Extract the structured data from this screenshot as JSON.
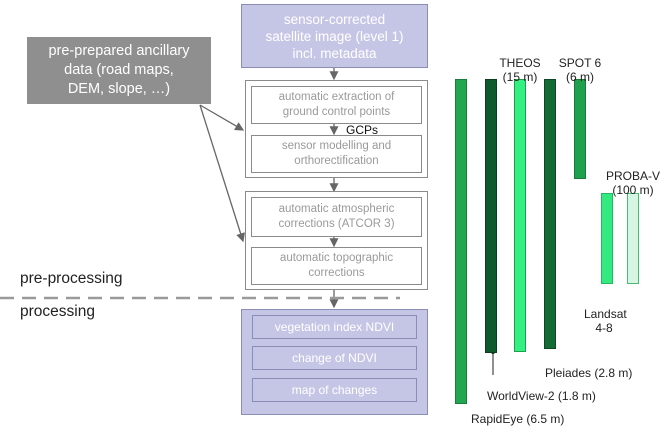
{
  "flow": {
    "top_box": "sensor-corrected\nsatellite image (level 1)\nincl. metadata",
    "ancillary": "pre-prepared ancillary\ndata (road maps,\nDEM, slope, …)",
    "group1": {
      "step1": "automatic extraction of\nground control points",
      "gcps": "GCPs",
      "step2": "sensor modelling and\northorectification"
    },
    "group2": {
      "step1": "automatic atmospheric\ncorrections (ATCOR 3)",
      "step2": "automatic topographic\ncorrections"
    },
    "preprocessing_label": "pre-processing",
    "processing_label": "processing",
    "processing_steps": [
      "vegetation index NDVI",
      "change of NDVI",
      "map of changes"
    ]
  },
  "sensors": {
    "theos": "THEOS\n(15 m)",
    "spot6": "SPOT 6\n(6 m)",
    "probav": "PROBA-V\n(100 m)",
    "landsat": "Landsat\n4-8",
    "pleiades": "Pleiades (2.8 m)",
    "worldview": "WorldView-2 (1.8 m)",
    "rapideye": "RapidEye (6.5 m)"
  },
  "colors": {
    "purple_fill": "#c5c6e6",
    "purple_border": "#8b8db5",
    "purple_text": "#ffffff",
    "gray_fill": "#8f8f8f",
    "rapideye": "#21a74f",
    "worldview": "#0f5a2c",
    "theos": "#34ef82",
    "pleiades": "#146b36",
    "spot6": "#1fa04c",
    "landsat": "#32ea7f",
    "probav": "#d5f6e3"
  }
}
